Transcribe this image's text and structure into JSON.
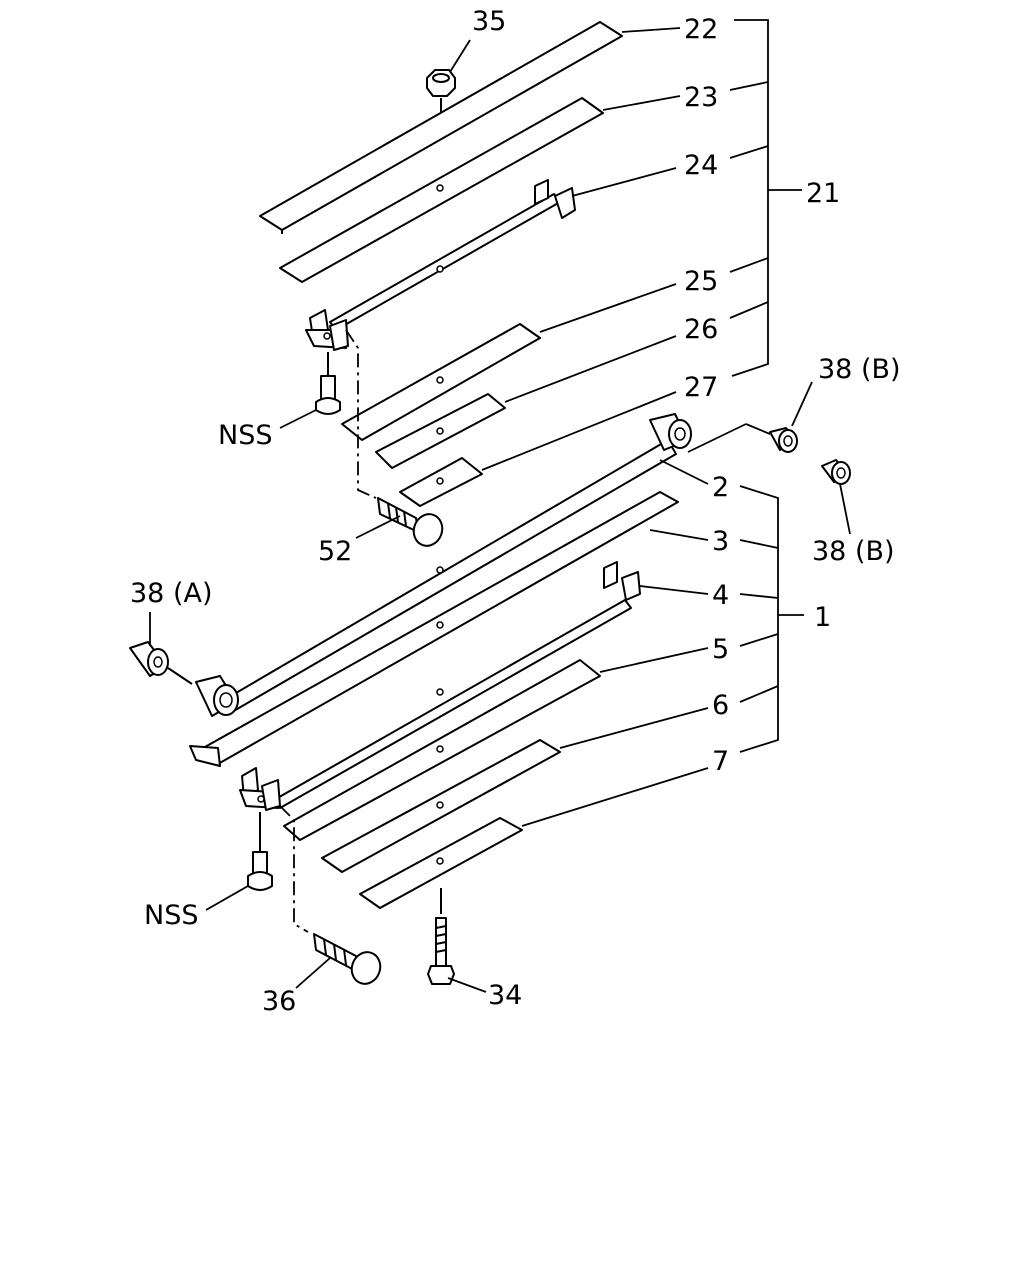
{
  "callouts": {
    "c35": "35",
    "c22": "22",
    "c23": "23",
    "c24": "24",
    "c21": "21",
    "c25": "25",
    "c26": "26",
    "c27": "27",
    "c38b_top": "38 (B)",
    "c_nss_top": "NSS",
    "c2": "2",
    "c52": "52",
    "c38b_right": "38 (B)",
    "c3": "3",
    "c38a": "38 (A)",
    "c4": "4",
    "c1": "1",
    "c5": "5",
    "c6": "6",
    "c7": "7",
    "c_nss_bottom": "NSS",
    "c36": "36",
    "c34": "34"
  }
}
